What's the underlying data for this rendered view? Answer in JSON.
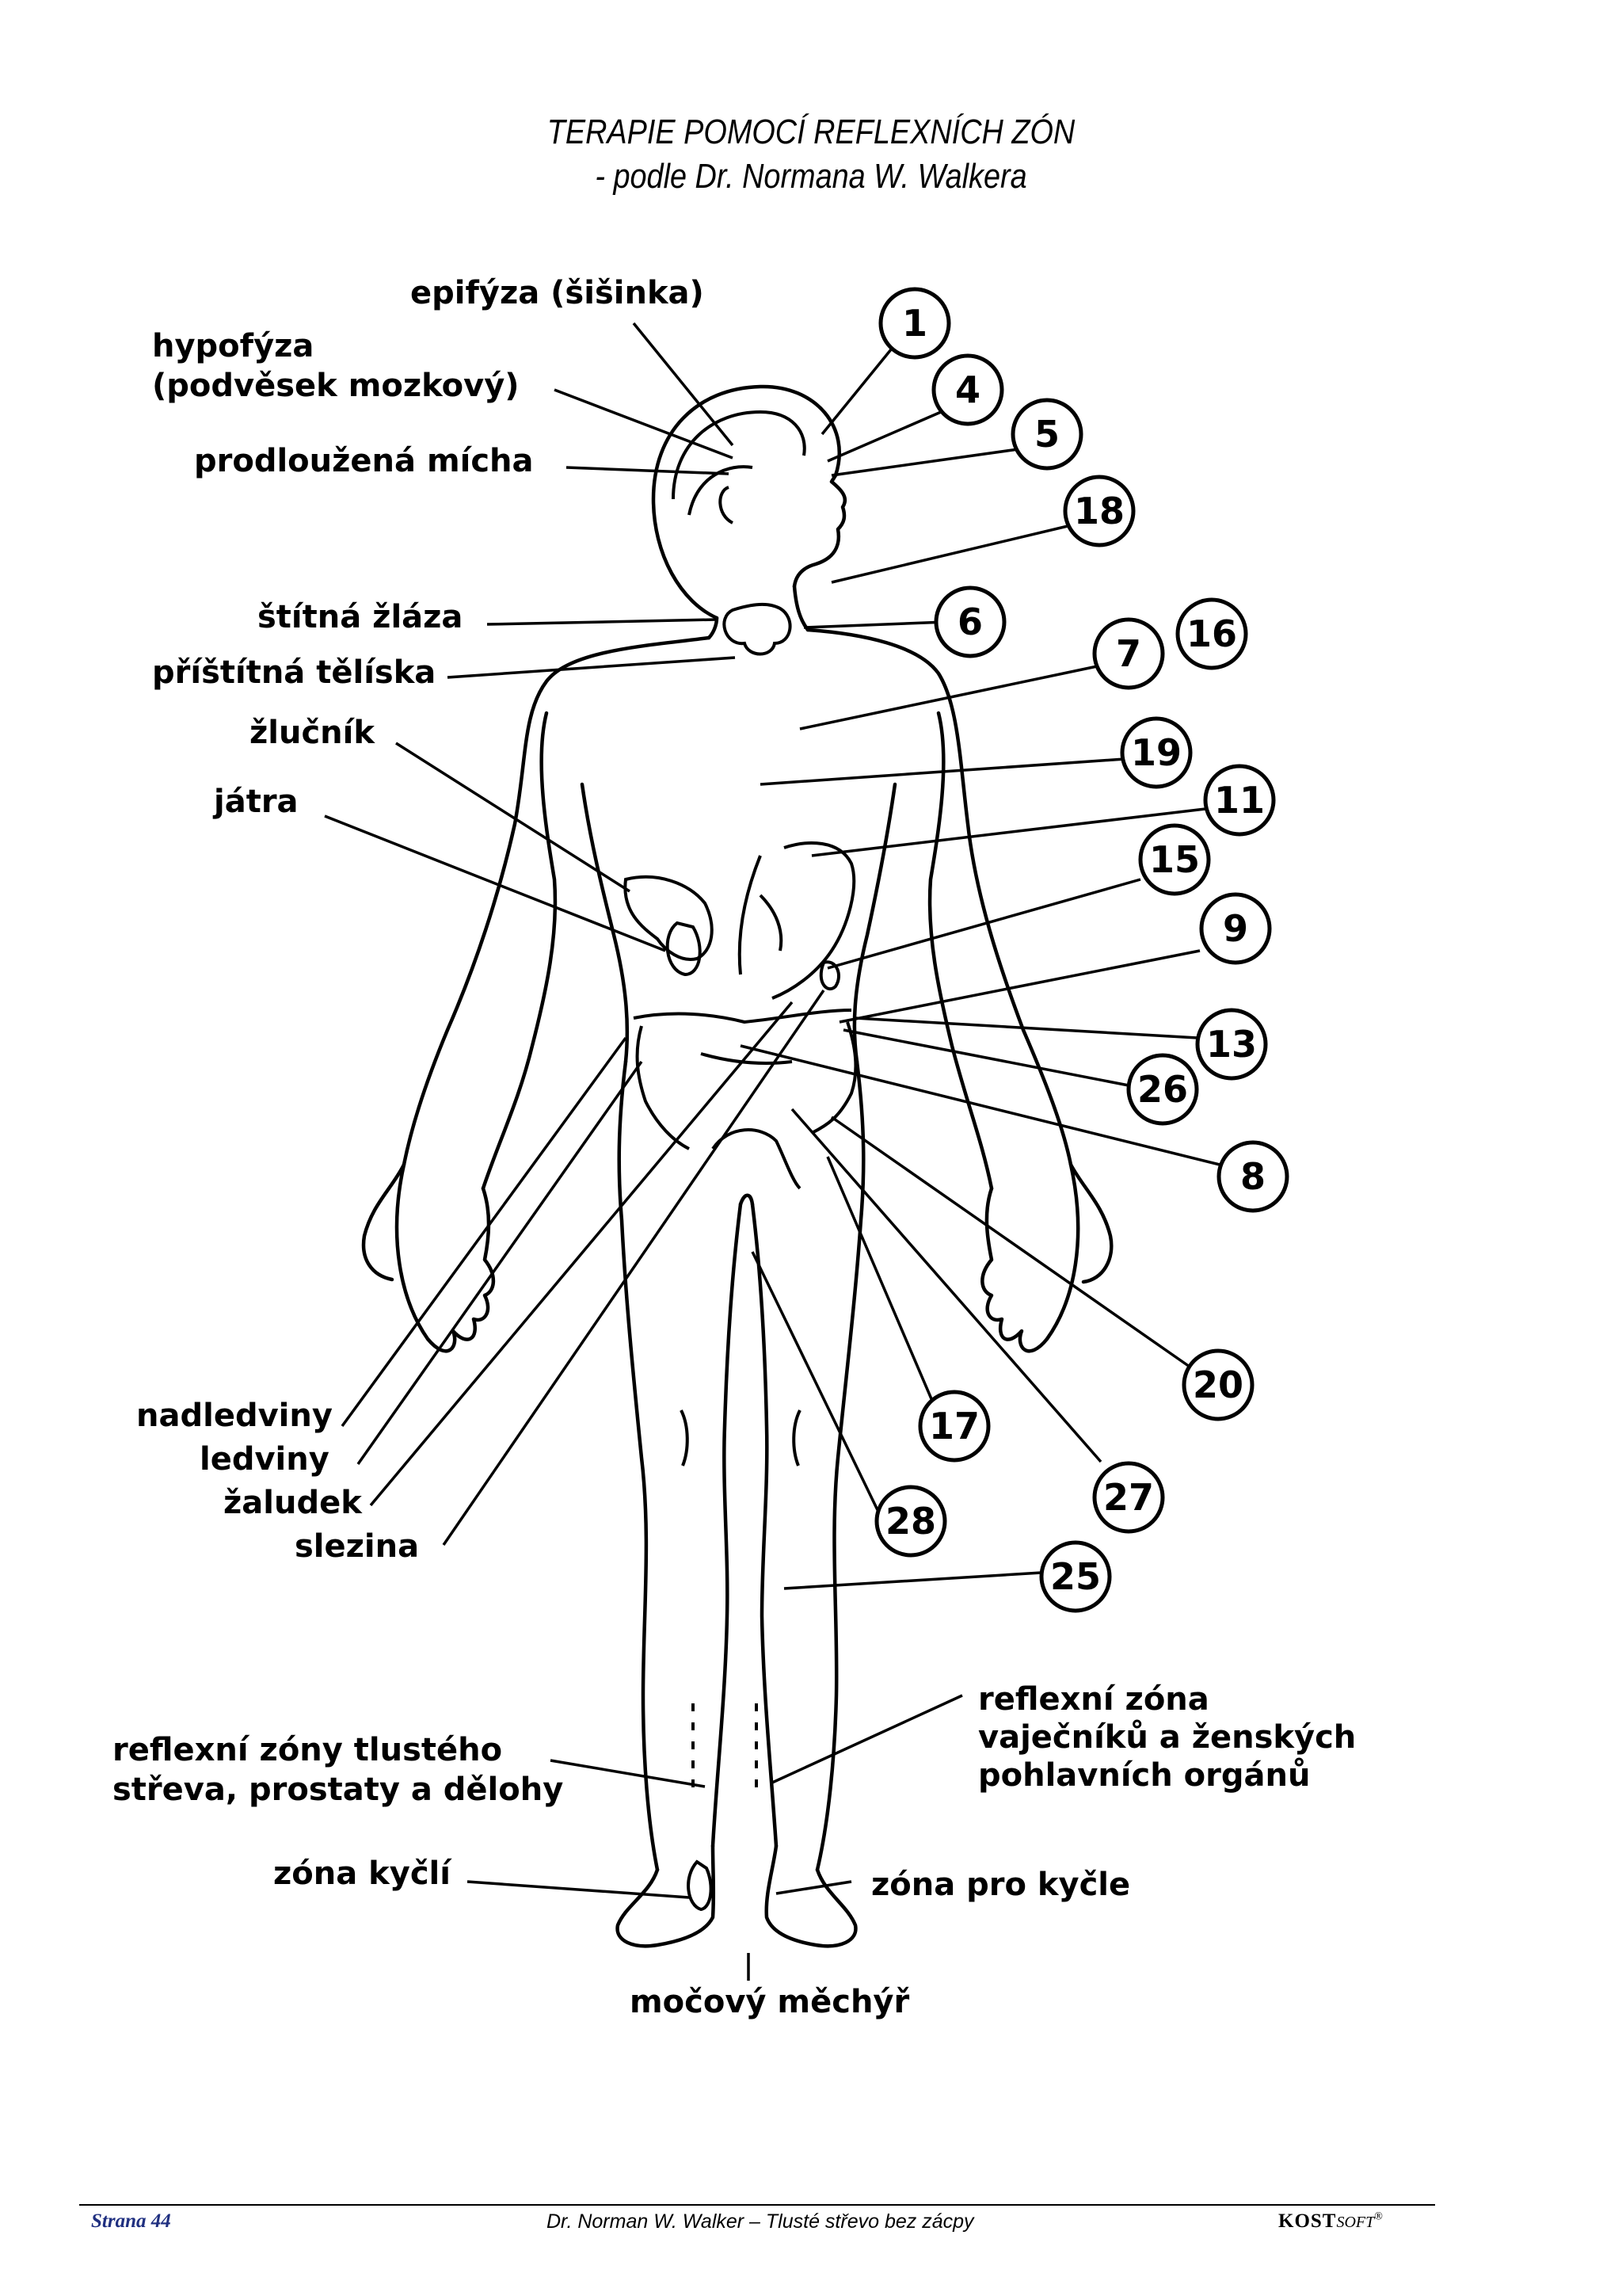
{
  "title_line1": "TERAPIE POMOCÍ REFLEXNÍCH ZÓN",
  "title_line2": "- podle Dr. Normana W. Walkera",
  "labels": {
    "epifyza": "epifýza (šišinka)",
    "hypofyza1": "hypofýza",
    "hypofyza2": "(podvěsek mozkový)",
    "micha": "prodloužená mícha",
    "stitna": "štítná žláza",
    "pristitna": "příštítná tělíska",
    "zlucnik": "žlučník",
    "jatra": "játra",
    "nadledviny": "nadledviny",
    "ledviny": "ledviny",
    "zaludek": "žaludek",
    "slezina": "slezina",
    "streva1": "reflexní zóny tlustého",
    "streva2": "střeva, prostaty a dělohy",
    "kycli": "zóna kyčlí",
    "mechyr": "močový měchýř",
    "vajecniky1": "reflexní zóna",
    "vajecniky2": "vaječníků a ženských",
    "vajecniky3": "pohlavních orgánů",
    "kycle_pro": "zóna pro kyčle"
  },
  "numbers": {
    "n1": "1",
    "n4": "4",
    "n5": "5",
    "n18": "18",
    "n6": "6",
    "n7": "7",
    "n16": "16",
    "n19": "19",
    "n11": "11",
    "n15": "15",
    "n9": "9",
    "n13": "13",
    "n26": "26",
    "n8": "8",
    "n20": "20",
    "n17": "17",
    "n27": "27",
    "n28": "28",
    "n25": "25"
  },
  "footer": {
    "page": "Strana 44",
    "book": "Dr. Norman W. Walker – Tlusté střevo bez zácpy",
    "brand": "KOST",
    "brand_suffix": "SOFT",
    "registered": "®"
  }
}
